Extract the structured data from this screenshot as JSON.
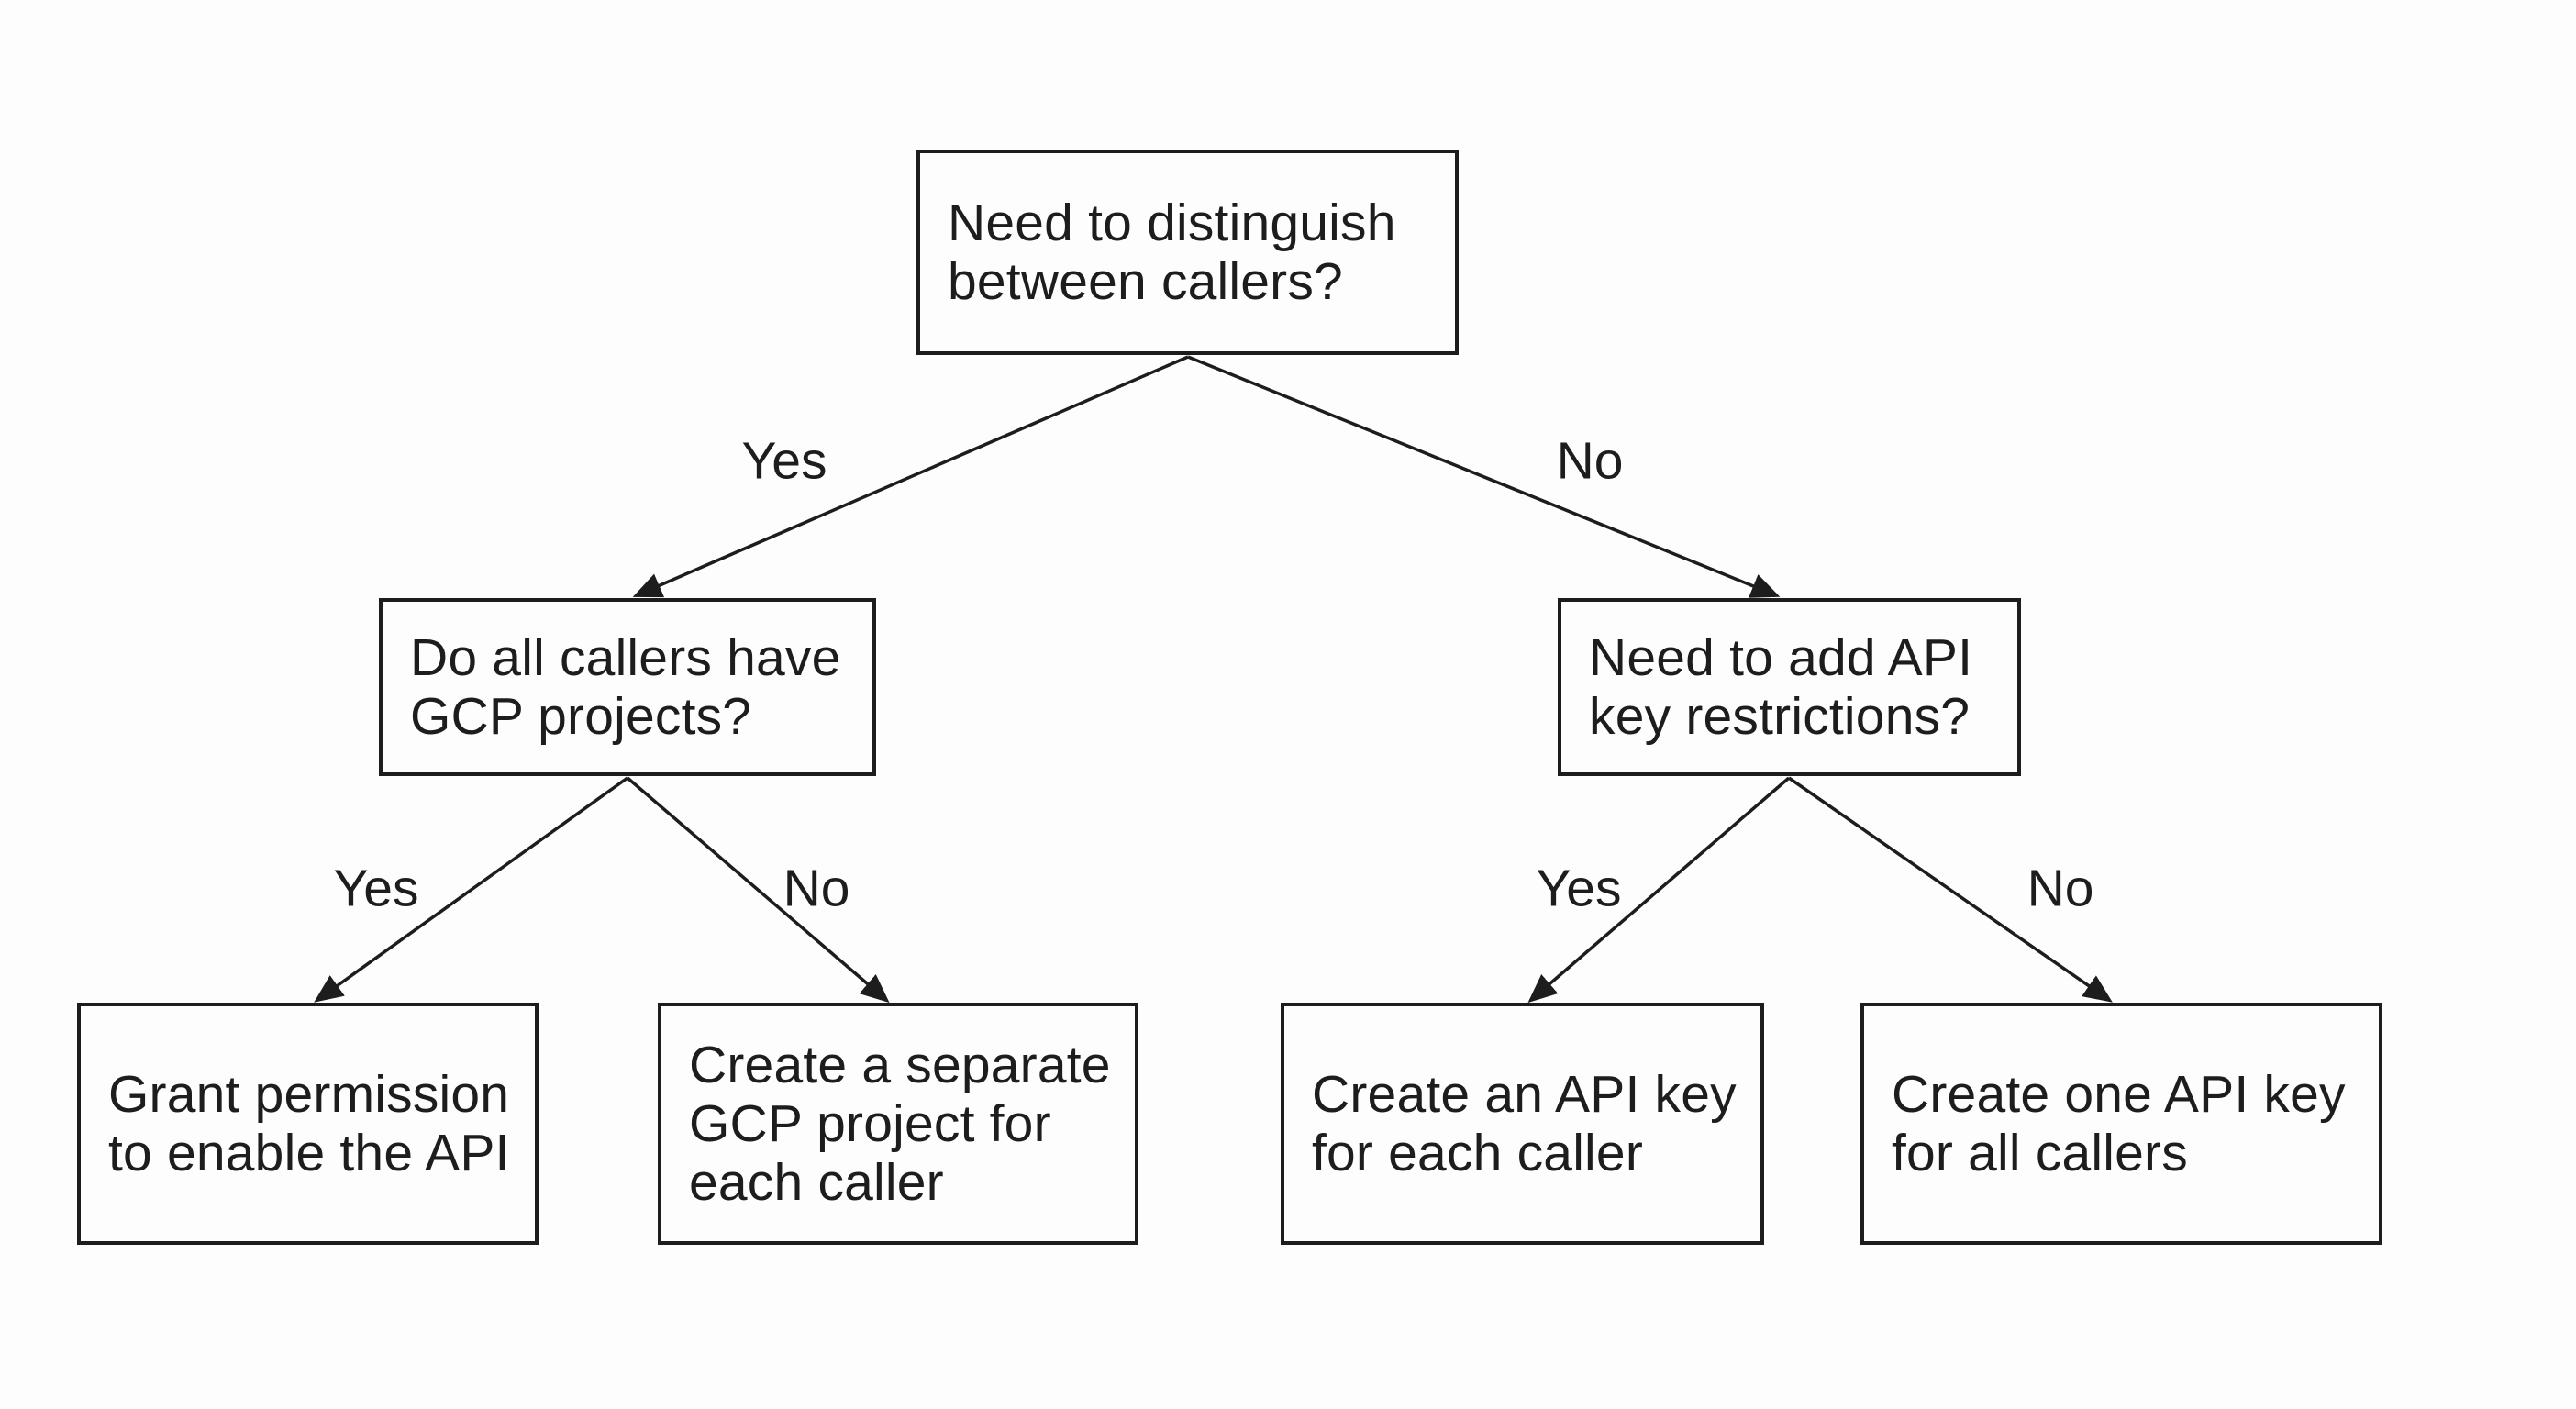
{
  "diagram": {
    "type": "decision-tree-flowchart",
    "colors": {
      "background": "#fdfdfd",
      "box_border": "#1d1d1d",
      "text": "#1d1d1d",
      "connector": "#1d1d1d"
    },
    "nodes": {
      "root": {
        "text": "Need to distinguish between callers?",
        "lines": [
          "Need to distinguish",
          "between callers?"
        ]
      },
      "gcp_question": {
        "text": "Do all callers have GCP projects?",
        "lines": [
          "Do all callers have",
          "GCP projects?"
        ]
      },
      "restrictions_question": {
        "text": "Need to add API key restrictions?",
        "lines": [
          "Need to add API",
          "key restrictions?"
        ]
      },
      "grant_permission": {
        "text": "Grant permission to enable the API",
        "lines": [
          "Grant permission",
          "to enable the API"
        ]
      },
      "separate_project": {
        "text": "Create a separate GCP project for each caller",
        "lines": [
          "Create a separate",
          "GCP project for",
          "each caller"
        ]
      },
      "key_per_caller": {
        "text": "Create an API key for each caller",
        "lines": [
          "Create an API key",
          "for each caller"
        ]
      },
      "one_key_all": {
        "text": "Create one API key for all callers",
        "lines": [
          "Create one API key",
          "for all callers"
        ]
      }
    },
    "edges": [
      {
        "from": "root",
        "to": "gcp_question",
        "label": "Yes"
      },
      {
        "from": "root",
        "to": "restrictions_question",
        "label": "No"
      },
      {
        "from": "gcp_question",
        "to": "grant_permission",
        "label": "Yes"
      },
      {
        "from": "gcp_question",
        "to": "separate_project",
        "label": "No"
      },
      {
        "from": "restrictions_question",
        "to": "key_per_caller",
        "label": "Yes"
      },
      {
        "from": "restrictions_question",
        "to": "one_key_all",
        "label": "No"
      }
    ]
  }
}
